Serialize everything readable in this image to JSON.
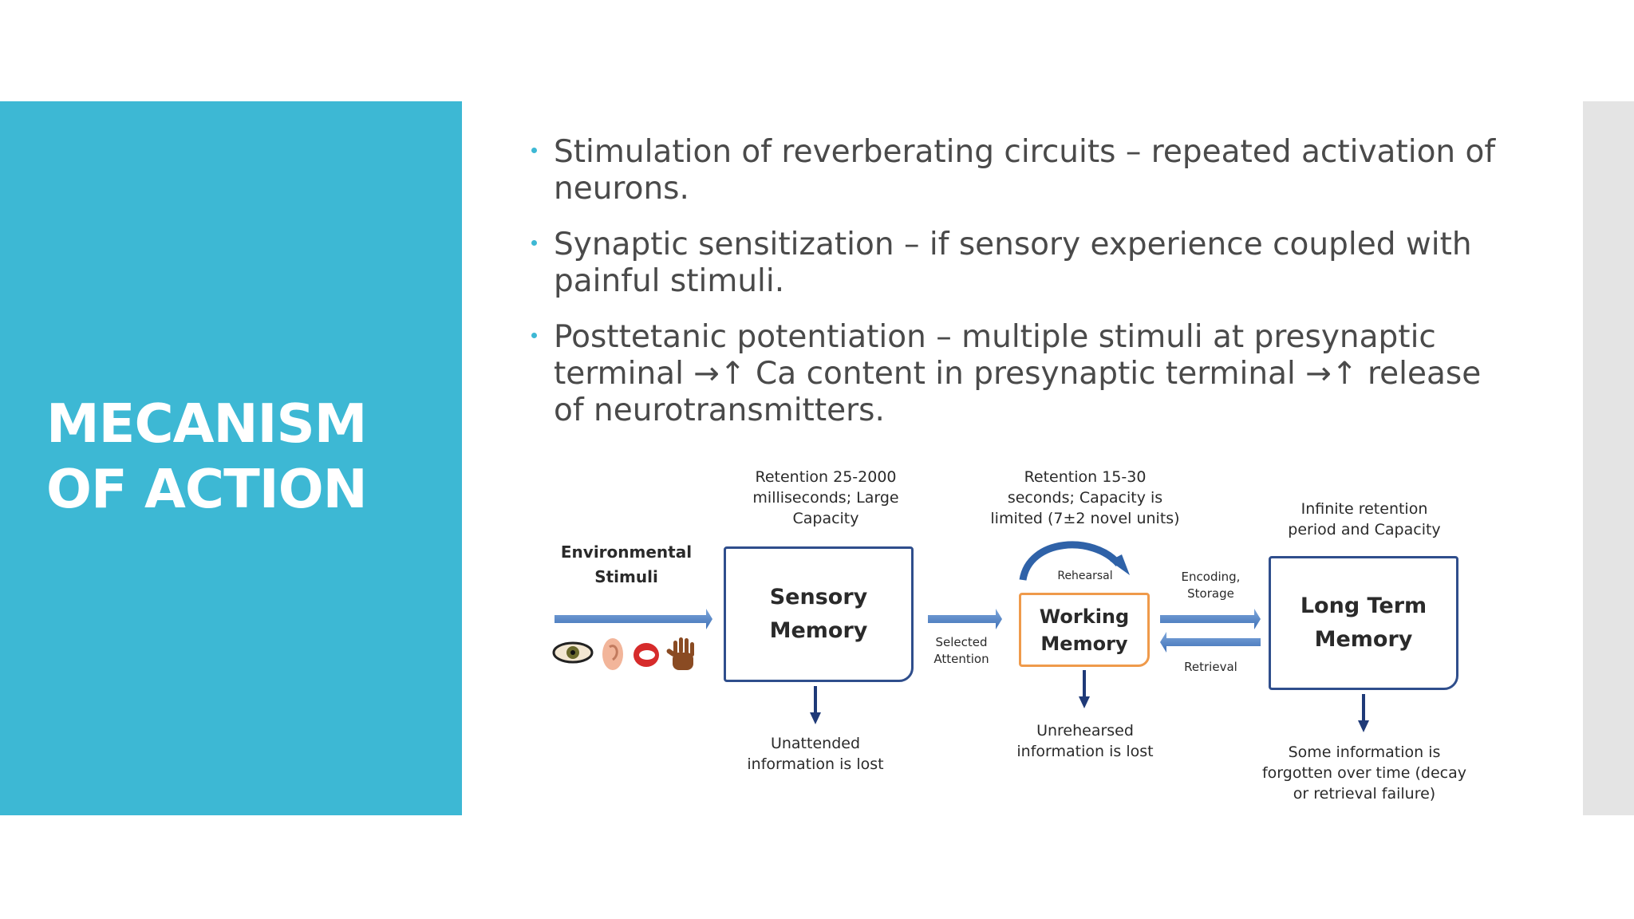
{
  "slide": {
    "title": "MECANISM\nOF ACTION",
    "bullets": [
      "Stimulation of reverberating circuits – repeated activation of neurons.",
      "Synaptic sensitization – if sensory experience coupled with painful stimuli.",
      "Posttetanic potentiation –  multiple stimuli at presynaptic terminal →↑ Ca content in presynaptic terminal →↑ release of neurotransmitters."
    ]
  },
  "diagram": {
    "env_stimuli": "Environmental\nStimuli",
    "senses_icons": [
      "eye-icon",
      "ear-icon",
      "mouth-icon",
      "hand-icon"
    ],
    "sensory_retention": "Retention 25-2000\nmilliseconds; Large\nCapacity",
    "sensory_box": "Sensory\nMemory",
    "sensory_lost": "Unattended\ninformation is lost",
    "selected_attention": "Selected\nAttention",
    "working_retention": "Retention 15-30\nseconds; Capacity is\nlimited (7±2 novel units)",
    "rehearsal": "Rehearsal",
    "working_box": "Working\nMemory",
    "working_lost": "Unrehearsed\ninformation is lost",
    "encoding": "Encoding,\nStorage",
    "retrieval": "Retrieval",
    "ltm_retention": "Infinite retention\nperiod and Capacity",
    "ltm_box": "Long Term\nMemory",
    "ltm_lost": "Some information is\nforgotten over time (decay\nor retrieval failure)"
  },
  "colors": {
    "accent": "#3db8d4",
    "box_border": "#2f4e8c",
    "working_border": "#ef9a4b",
    "arrow": "#4a80c6"
  }
}
